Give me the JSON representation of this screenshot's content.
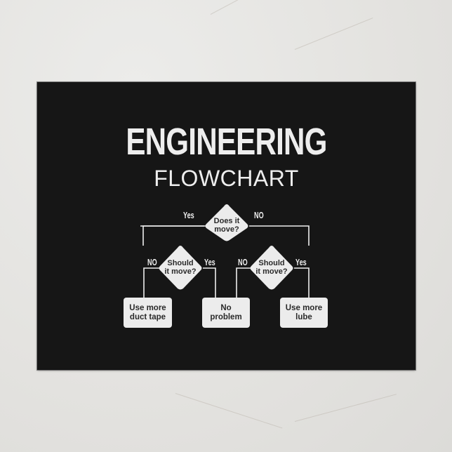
{
  "card": {
    "title": "ENGINEERING",
    "subtitle": "FLOWCHART"
  },
  "flowchart": {
    "root": {
      "question": "Does it move?",
      "question_lines": [
        "Does it",
        "move?"
      ],
      "yes_label": "Yes",
      "no_label": "NO"
    },
    "left_decision": {
      "branch_from": "Yes",
      "question_lines": [
        "Should",
        "it move?"
      ],
      "no_label": "NO",
      "yes_label": "Yes"
    },
    "right_decision": {
      "branch_from": "NO",
      "question_lines": [
        "Should",
        "it move?"
      ],
      "no_label": "NO",
      "yes_label": "Yes"
    },
    "outcomes": [
      {
        "lines": [
          "Use more",
          "duct tape"
        ]
      },
      {
        "lines": [
          "No",
          "problem"
        ]
      },
      {
        "lines": [
          "Use more",
          "lube"
        ]
      }
    ]
  },
  "colors": {
    "card_background": "#161616",
    "foreground": "#eeeeee",
    "shape_text": "#2a2a2a",
    "backdrop": "#e4e3e0"
  }
}
